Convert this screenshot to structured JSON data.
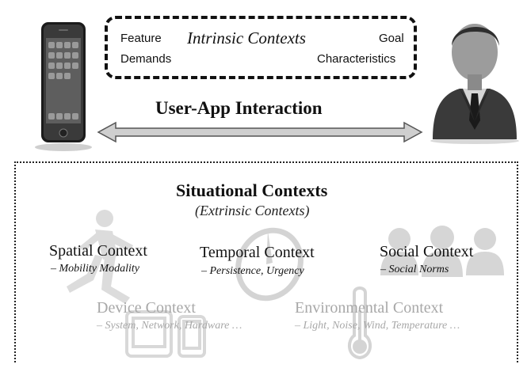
{
  "intrinsic": {
    "title": "Intrinsic Contexts",
    "feature": "Feature",
    "demands": "Demands",
    "goal": "Goal",
    "characteristics": "Characteristics"
  },
  "interaction": {
    "label": "User-App Interaction"
  },
  "situational": {
    "title": "Situational Contexts",
    "subtitle": "(Extrinsic Contexts)"
  },
  "contexts": {
    "spatial": {
      "label": "Spatial Context",
      "detail": "– Mobility Modality"
    },
    "temporal": {
      "label": "Temporal Context",
      "detail": "– Persistence, Urgency"
    },
    "social": {
      "label": "Social Context",
      "detail": "– Social Norms"
    },
    "device": {
      "label": "Device Context",
      "detail": "– System, Network, Hardware …"
    },
    "environmental": {
      "label": "Environmental Context",
      "detail": "– Light, Noise, Wind, Temperature …"
    }
  },
  "colors": {
    "dark": "#111111",
    "faded": "#a8a8a8",
    "watermark": "#d9d9d9"
  },
  "icons": [
    "smartphone-icon",
    "businessman-icon",
    "double-arrow-icon",
    "runner-icon",
    "clock-icon",
    "people-icon",
    "devices-icon",
    "thermometer-icon"
  ]
}
